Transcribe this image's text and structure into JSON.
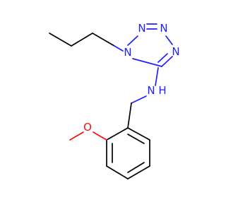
{
  "molecule": {
    "colors": {
      "carbon_bond": "#000000",
      "nitrogen": "#1f1fff",
      "oxygen": "#ff0d0d",
      "background": "#ffffff"
    },
    "atoms": {
      "n1": "N",
      "n2": "N",
      "n3": "N",
      "n4": "N",
      "nh_n": "N",
      "nh_h": "H",
      "o": "O"
    }
  }
}
